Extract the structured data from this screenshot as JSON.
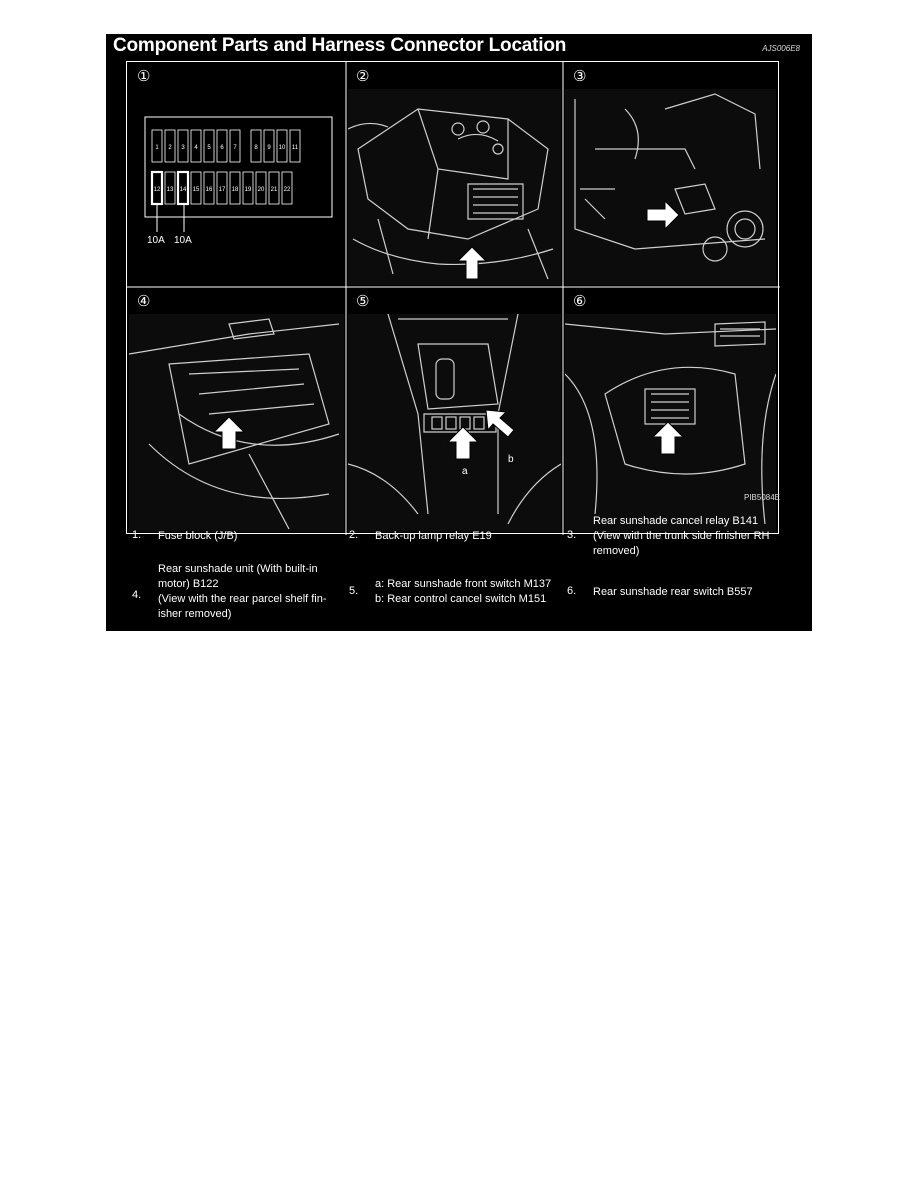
{
  "figure": {
    "title": "Component Parts and Harness Connector Location",
    "code_top": "AJS006E8",
    "code_bottom": "PIB5084E",
    "panels": [
      {
        "num": "①"
      },
      {
        "num": "②"
      },
      {
        "num": "③"
      },
      {
        "num": "④"
      },
      {
        "num": "⑤"
      },
      {
        "num": "⑥"
      }
    ],
    "fuse_block": {
      "top_row": [
        "1",
        "2",
        "3",
        "4",
        "5",
        "6",
        "7",
        "8",
        "9",
        "10",
        "11"
      ],
      "bottom_row": [
        "12",
        "13",
        "14",
        "15",
        "16",
        "17",
        "18",
        "19",
        "20",
        "21",
        "22"
      ],
      "callouts": [
        "10A",
        "10A"
      ]
    },
    "panel5_labels": {
      "a": "a",
      "b": "b"
    }
  },
  "legend": [
    {
      "n": "1.",
      "text": [
        "Fuse block (J/B)"
      ]
    },
    {
      "n": "2.",
      "text": [
        "Back-up lamp relay E19"
      ]
    },
    {
      "n": "3.",
      "text": [
        "Rear sunshade cancel relay B141",
        "(View with the trunk side finisher RH",
        "removed)"
      ]
    },
    {
      "n": "4.",
      "text": [
        "Rear sunshade unit (With built-in",
        "motor) B122",
        "(View with the rear parcel shelf fin-",
        "isher removed)"
      ]
    },
    {
      "n": "5.",
      "text": [
        "a: Rear sunshade front switch M137",
        "b: Rear control cancel switch M151"
      ]
    },
    {
      "n": "6.",
      "text": [
        "Rear sunshade rear switch B557"
      ]
    }
  ]
}
